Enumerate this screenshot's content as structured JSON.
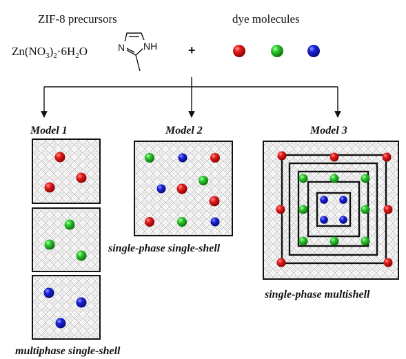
{
  "header": {
    "precursors_label": "ZIF-8 precursors",
    "dye_label": "dye molecules",
    "zinc_formula": {
      "zn": "Zn(NO",
      "sub3": "3",
      "close": ")",
      "sub2": "2",
      "dot_six": "·6H",
      "sub_h2": "2",
      "o": "O"
    },
    "imidazole_nh": "NH",
    "imidazole_n": "N",
    "plus": "+"
  },
  "colors": {
    "red": "#e01818",
    "green": "#2ec82e",
    "blue": "#1a22d8",
    "frame": "#111111",
    "mesh": "#9a9a9a"
  },
  "models": {
    "m1": {
      "title": "Model 1",
      "caption": "multiphase single-shell"
    },
    "m2": {
      "title": "Model 2",
      "caption": "single-phase single-shell"
    },
    "m3": {
      "title": "Model 3",
      "caption": "single-phase multishell"
    }
  }
}
